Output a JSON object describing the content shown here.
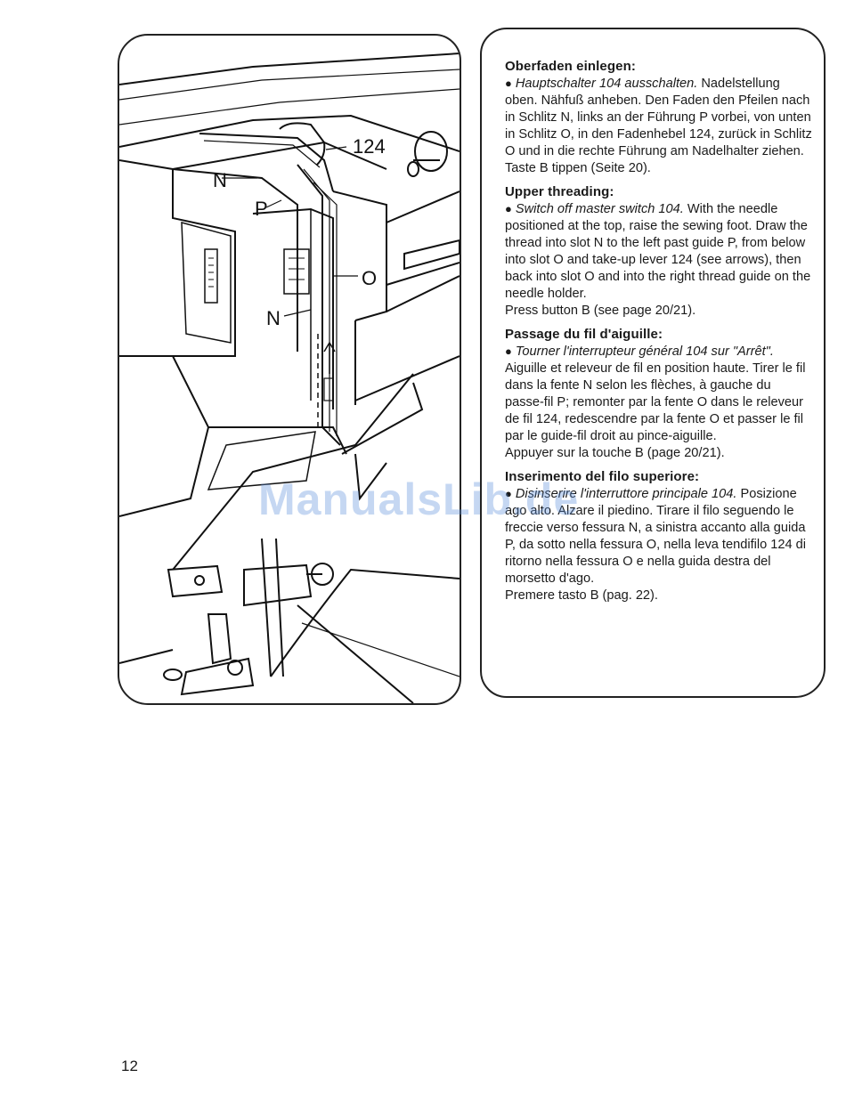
{
  "illustration": {
    "labels": {
      "n_upper": "N",
      "p": "P",
      "lever": "124",
      "o": "O",
      "n_lower": "N"
    }
  },
  "sections": [
    {
      "heading": "Oberfaden einlegen:",
      "lead": "Hauptschalter 104 ausschalten.",
      "body": " Nadelstellung oben. Nähfuß anheben. Den Faden den Pfeilen nach in Schlitz N, links an der Führung P vorbei, von unten in Schlitz O, in den Fadenhebel 124, zurück in Schlitz O und in die rechte Führung am Nadelhalter ziehen.",
      "press": "Taste B tippen (Seite 20)."
    },
    {
      "heading": "Upper threading:",
      "lead": "Switch off master switch 104.",
      "body": " With the needle positioned at the top, raise the sewing foot. Draw the thread into slot N to the left past guide P, from below into slot O and take-up lever 124 (see arrows), then back into slot O and into the right thread guide on the needle holder.",
      "press": "Press button B (see page 20/21)."
    },
    {
      "heading": "Passage du fil d'aiguille:",
      "lead": "Tourner l'interrupteur général 104 sur \"Arrêt\".",
      "body": " Aiguille et releveur de fil en position haute. Tirer le fil dans la fente N selon les flèches, à gauche du passe-fil P; remonter par la fente O dans le releveur de fil 124, redescendre par la fente O et passer le fil par le guide-fil droit au pince-aiguille.",
      "press": "Appuyer sur la touche B (page 20/21)."
    },
    {
      "heading": "Inserimento del filo superiore:",
      "lead": "Disinserire l'interruttore principale 104.",
      "body": " Posizione ago alto. Alzare il piedino. Tirare il filo seguendo le freccie verso fessura N, a sinistra accanto alla guida P, da sotto nella fessura O, nella leva tendifilo 124 di ritorno nella fessura O e nella guida destra del morsetto d'ago.",
      "press": "Premere tasto B (pag. 22)."
    }
  ],
  "watermark": "ManualsLib.de",
  "page_number": "12"
}
